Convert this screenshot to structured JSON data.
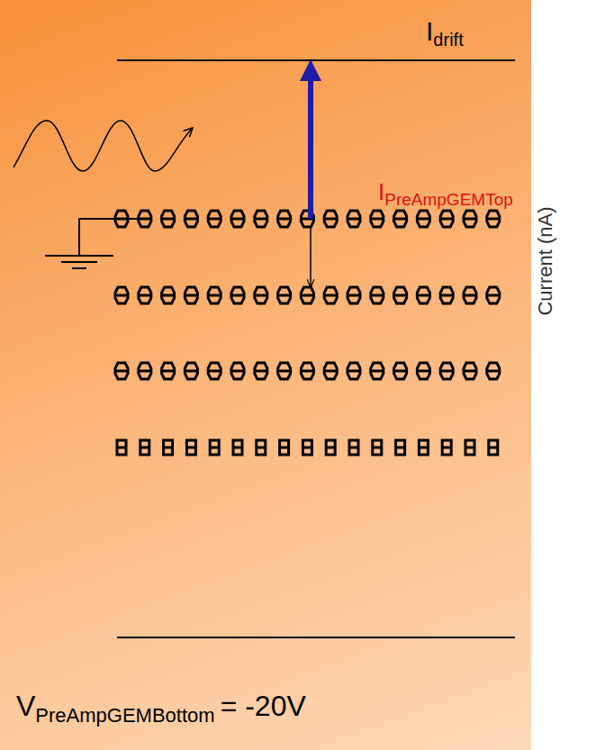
{
  "diagram": {
    "labels": [
      "I",
      "drift",
      "I",
      "PreAmpGEMTop",
      "Current (nA)",
      "V",
      "PreAmpGEMBottom",
      "= -20V"
    ]
  }
}
